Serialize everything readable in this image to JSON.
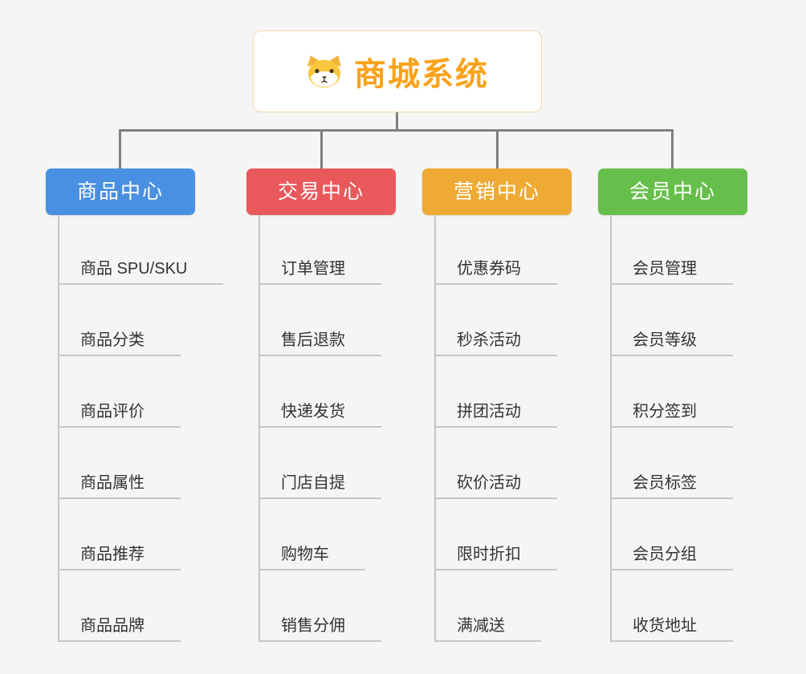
{
  "root": {
    "title": "商城系统",
    "icon": "dog-icon"
  },
  "colors": {
    "root_title": "#f9a21b",
    "root_border": "#f2d7a7",
    "connector": "#808080",
    "leaf_line": "#c6c6c6",
    "canvas_bg": "#f5f5f5"
  },
  "branches": [
    {
      "label": "商品中心",
      "color": "#4a90e2",
      "children": [
        "商品 SPU/SKU",
        "商品分类",
        "商品评价",
        "商品属性",
        "商品推荐",
        "商品品牌"
      ]
    },
    {
      "label": "交易中心",
      "color": "#e9595c",
      "children": [
        "订单管理",
        "售后退款",
        "快递发货",
        "门店自提",
        "购物车",
        "销售分佣"
      ]
    },
    {
      "label": "营销中心",
      "color": "#eeaa34",
      "children": [
        "优惠券码",
        "秒杀活动",
        "拼团活动",
        "砍价活动",
        "限时折扣",
        "满减送"
      ]
    },
    {
      "label": "会员中心",
      "color": "#67bf4b",
      "children": [
        "会员管理",
        "会员等级",
        "积分签到",
        "会员标签",
        "会员分组",
        "收货地址"
      ]
    }
  ]
}
